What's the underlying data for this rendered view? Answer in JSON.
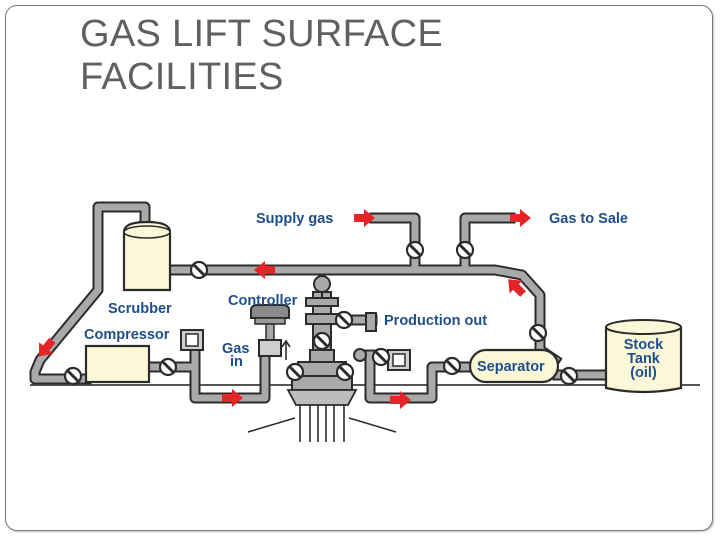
{
  "slide": {
    "title_line1": "GAS LIFT SURFACE",
    "title_line2": "FACILITIES"
  },
  "labels": {
    "supply_gas": "Supply gas",
    "gas_to_sale": "Gas to Sale",
    "scrubber": "Scrubber",
    "controller": "Controller",
    "production_out": "Production out",
    "compressor": "Compressor",
    "gas_in_line1": "Gas",
    "gas_in_line2": "in",
    "separator": "Separator",
    "stock_tank_line1": "Stock",
    "stock_tank_line2": "Tank",
    "stock_tank_line3": "(oil)"
  },
  "colors": {
    "pipe": "#a9a9a9",
    "pipe_outline": "#2b2b2b",
    "arrow": "#e42427",
    "label": "#1f4e8c",
    "vessel_fill": "#fbf8d8",
    "title": "#606060"
  },
  "icons": [
    "flow-arrow-icon",
    "valve-icon",
    "gauge-icon",
    "check-valve-icon"
  ]
}
